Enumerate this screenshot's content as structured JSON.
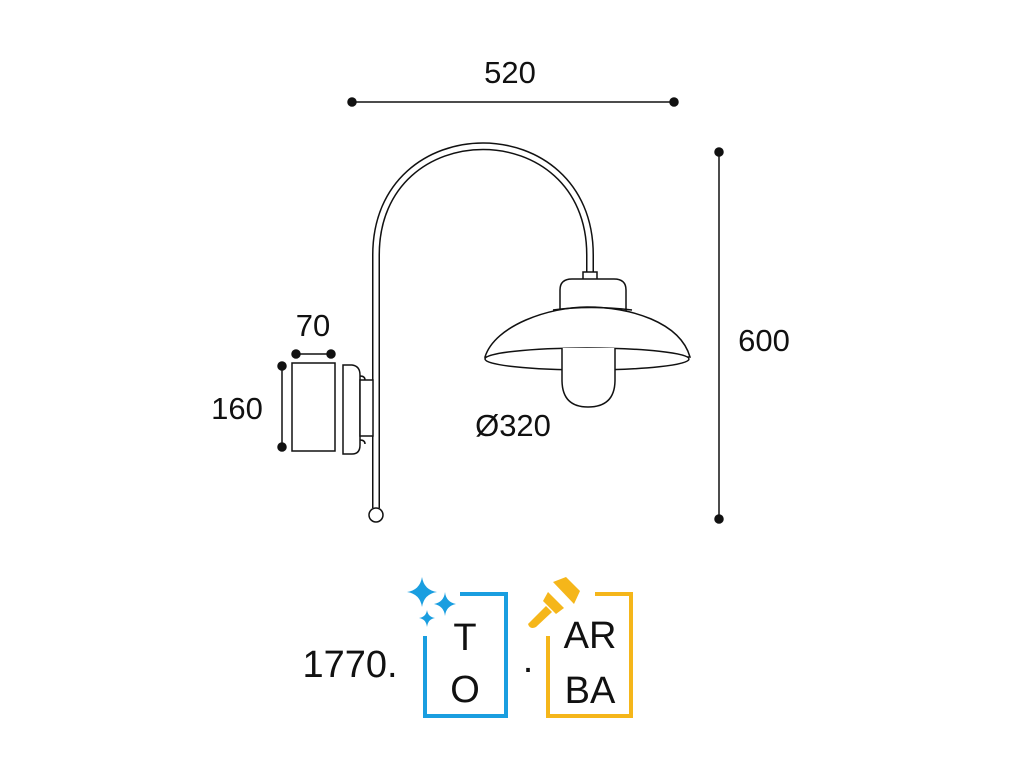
{
  "dimensions": {
    "width": "520",
    "height": "600",
    "plate_depth": "70",
    "plate_height": "160",
    "shade_diameter": "Ø320"
  },
  "code": {
    "prefix": "1770.",
    "finish_letters": [
      "T",
      "O"
    ],
    "separator": ".",
    "paint_letters": [
      "AR",
      "BA"
    ]
  },
  "colors": {
    "finish": "#1a9ee0",
    "paint": "#f5b61a",
    "line": "#111111"
  },
  "icons": {
    "finish": "sparkles-icon",
    "paint": "paintbrush-icon"
  }
}
